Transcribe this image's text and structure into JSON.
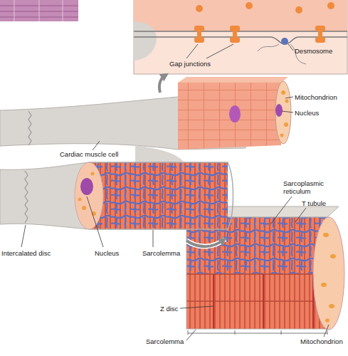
{
  "diagram": {
    "labels": [
      "Gap junctions",
      "Desmosome",
      "Mitochondrion",
      "Nucleus",
      "Cardiac muscle cell",
      "Sarcoplasmic reticulum",
      "T tubule",
      "Intercalated disc",
      "Nucleus",
      "Sarcolemma",
      "Z disc",
      "Sarcolemma",
      "Mitochondrion"
    ]
  }
}
